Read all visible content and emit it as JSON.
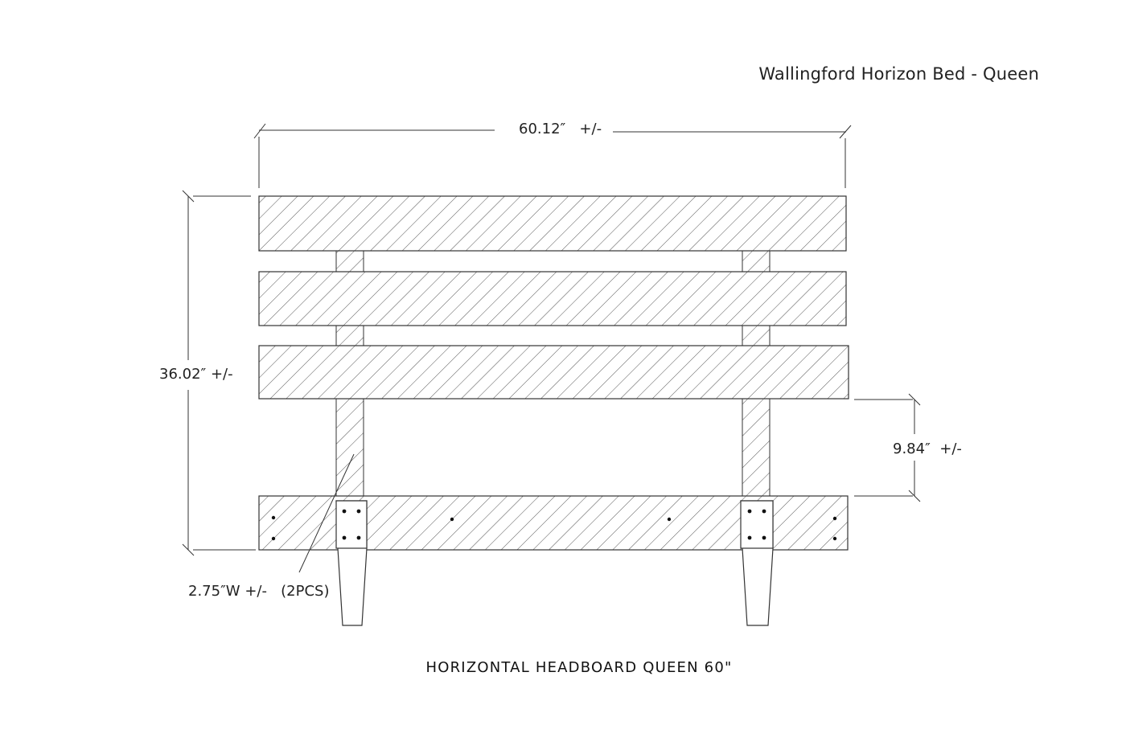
{
  "title": "Wallingford Horizon Bed - Queen",
  "caption": "HORIZONTAL HEADBOARD QUEEN 60\"",
  "dimensions": {
    "width": "60.12″   +/-",
    "height": "36.02″ +/-",
    "leg_clearance": "9.84″  +/-",
    "post_width": "2.75″W +/-   (2PCS)"
  },
  "colors": {
    "line": "#333333",
    "hatch": "#555555",
    "background": "#ffffff"
  }
}
